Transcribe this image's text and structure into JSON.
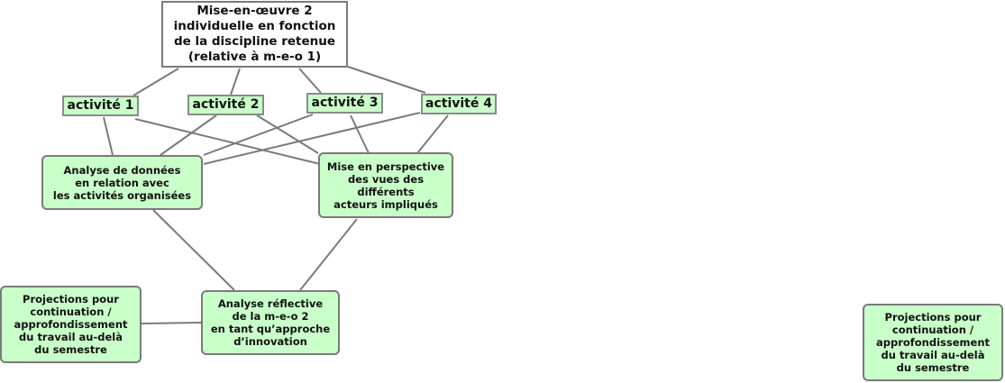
{
  "diagram": {
    "root": "Mise-en-œuvre 2\nindividuelle en fonction\nde la discipline retenue\n(relative à m-e-o 1)",
    "activities": [
      "activité 1",
      "activité 2",
      "activité 3",
      "activité 4"
    ],
    "analysis_data": "Analyse de données\nen relation avec\nles activités organisées",
    "perspective": "Mise en perspective\ndes vues des\ndifférents\nacteurs impliqués",
    "reflective": "Analyse réflective\nde la m-e-o 2\nen tant qu’approche\nd’innovation",
    "projections_left": "Projections pour\ncontinuation /\napprofondissement\ndu travail au-delà\ndu semestre",
    "projections_right": "Projections pour\ncontinuation /\napprofondissement\ndu travail au-delà\ndu semestre"
  },
  "colors": {
    "node_fill": "#c9ffc9",
    "border": "#7a7a7a",
    "connector": "#7a7a7a"
  }
}
